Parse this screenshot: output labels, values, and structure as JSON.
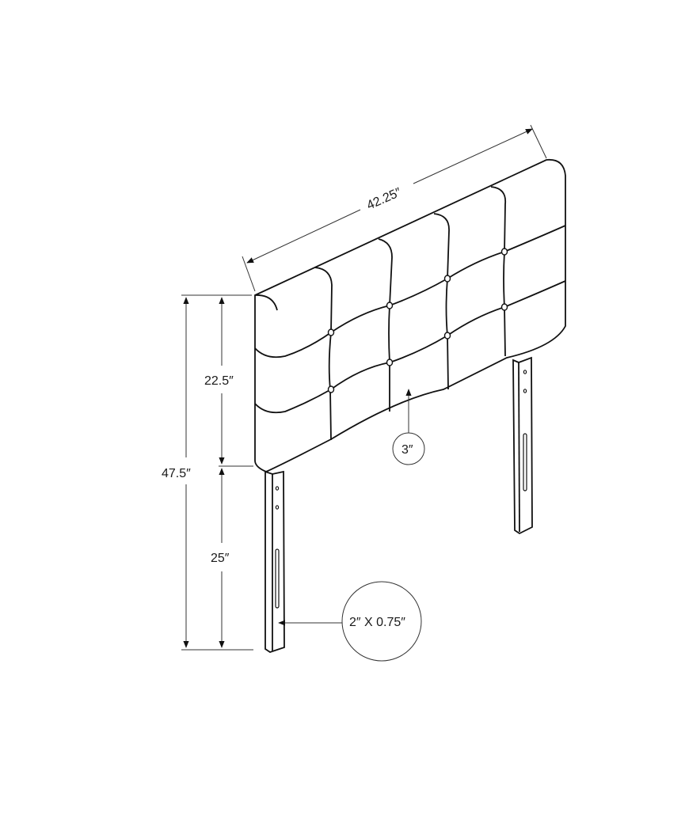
{
  "diagram": {
    "subject": "Upholstered tufted headboard with legs",
    "dimensions": {
      "width": "42.25″",
      "overall_height": "47.5″",
      "headboard_height": "22.5″",
      "leg_height": "25″",
      "depth": "3″",
      "leg_section": "2″ X 0.75″"
    },
    "tufting": {
      "rows": 3,
      "columns": 5
    },
    "colors": {
      "line": "#111111",
      "background": "#ffffff"
    }
  }
}
